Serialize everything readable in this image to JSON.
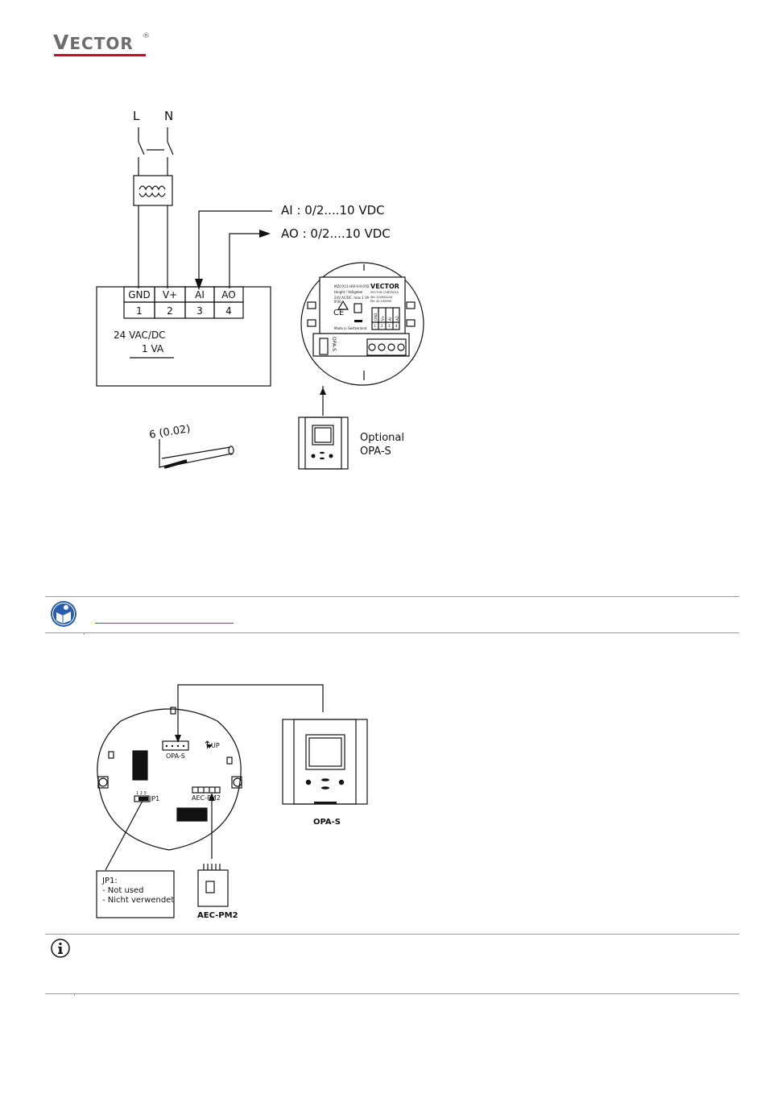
{
  "brand": {
    "logo_big_v": "V",
    "logo_rest": "ECTOR",
    "registered": "®",
    "bar_color": "#c8102e",
    "text_color": "#6d6d6d"
  },
  "wiring": {
    "line_l": "L",
    "line_n": "N",
    "ai_signal": "AI : 0/2....10 VDC",
    "ao_signal": "AO : 0/2....10 VDC",
    "terminals": [
      {
        "name": "GND",
        "number": "1"
      },
      {
        "name": "V+",
        "number": "2"
      },
      {
        "name": "AI",
        "number": "3"
      },
      {
        "name": "AO",
        "number": "4"
      }
    ],
    "supply": "24 VAC/DC",
    "power": "1 VA",
    "strip_length": "6 (0.02)",
    "optional_line1": "Optional",
    "optional_line2": "OPA-S"
  },
  "device_label": {
    "brand": "VECTOR",
    "left_lines": [
      "MZ0-X11-HVI-V-R-0YD",
      "Height / Vollgeber",
      "24V AC/DC, max 1 VA",
      "IP30"
    ],
    "right_lines": [
      "VECTOR CONTROLS",
      "SN: 220004444",
      "PN: 40-100999"
    ],
    "made_in": "Made in Switzerland",
    "opa_port": "OPA-S",
    "term_names": [
      "GND",
      "V+",
      "AI",
      "AO"
    ],
    "term_numbers": [
      "1",
      "2",
      "3",
      "4"
    ]
  },
  "notice_colors": {
    "link": "#1f5fcf",
    "rule": "#9a9a9a",
    "icon_blue": "#2a5db0"
  },
  "board": {
    "opa_port_label": "OPA-S",
    "up_label": "UP",
    "jumper_numbers": "1 2 3",
    "jumper_label": "JP1",
    "pm2_port_label": "AEC-PM2",
    "jp1_note_title": "JP1:",
    "jp1_note_line1": "- Not used",
    "jp1_note_line2": "- Nicht verwendet",
    "module_label": "AEC-PM2",
    "opa_device_label": "OPA-S"
  }
}
